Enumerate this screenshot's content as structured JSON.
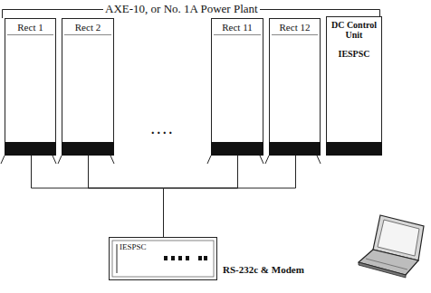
{
  "diagram": {
    "nodes": [
      {
        "text": [
          "AXE-10, or No. 1A Power Plant"
        ]
      },
      {
        "text": [
          "Rect 1"
        ],
        "in": 0
      },
      {
        "text": [
          "Rect 2"
        ],
        "in": 0
      },
      {
        "text": [
          "Rect 11"
        ],
        "in": 0
      },
      {
        "text": [
          "Rect 12"
        ],
        "in": 0
      },
      {
        "text": [
          "DC Control Unit",
          "IESPSC"
        ],
        "in": 0
      },
      {
        "text": [
          "IESPSC"
        ]
      }
    ],
    "edges": [
      {
        "from": 1,
        "to": 6,
        "arrow": "none"
      },
      {
        "from": 2,
        "to": 6,
        "arrow": "none"
      },
      {
        "from": 3,
        "to": 6,
        "arrow": "none"
      },
      {
        "from": 4,
        "to": 6,
        "arrow": "none"
      }
    ],
    "labels": [
      "....",
      "RS-232c & Modem"
    ]
  }
}
